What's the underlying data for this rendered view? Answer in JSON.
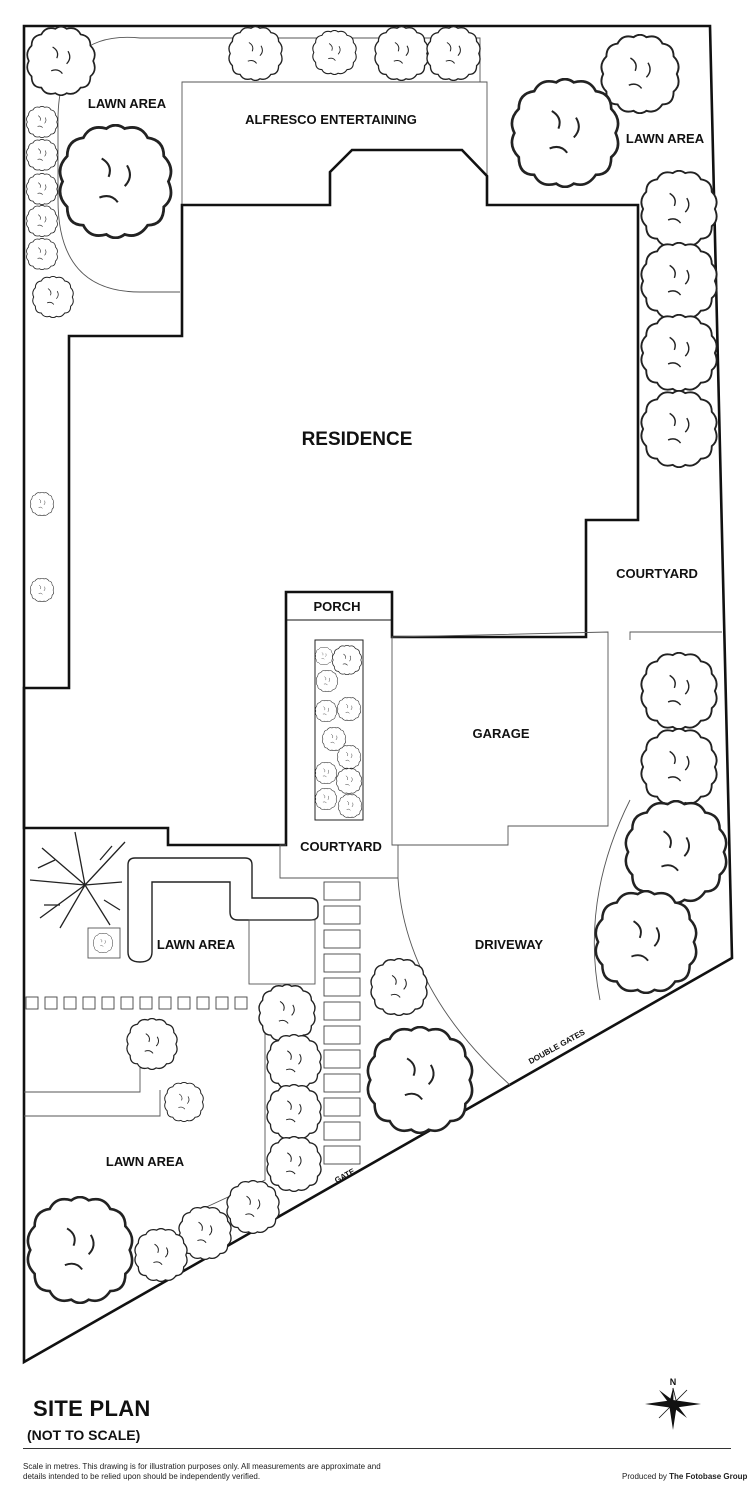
{
  "labels": {
    "lawn_nw": "LAWN AREA",
    "alfresco": "ALFRESCO ENTERTAINING",
    "lawn_ne": "LAWN AREA",
    "residence": "RESIDENCE",
    "courtyard_e": "COURTYARD",
    "porch": "PORCH",
    "garage": "GARAGE",
    "courtyard_c": "COURTYARD",
    "lawn_sw_upper": "LAWN AREA",
    "driveway": "DRIVEWAY",
    "double_gates": "DOUBLE GATES",
    "lawn_sw_lower": "LAWN AREA",
    "gate": "GATE"
  },
  "footer": {
    "title": "SITE PLAN",
    "subtitle": "(NOT TO SCALE)",
    "note": "Scale in metres. This drawing is for illustration purposes only. All measurements are approximate and details intended to be relied upon should be independently verified.",
    "credit_prefix": "Produced by",
    "credit_name": "The Fotobase Group",
    "compass_letter": "N"
  },
  "colors": {
    "line": "#111111",
    "background": "#ffffff"
  }
}
